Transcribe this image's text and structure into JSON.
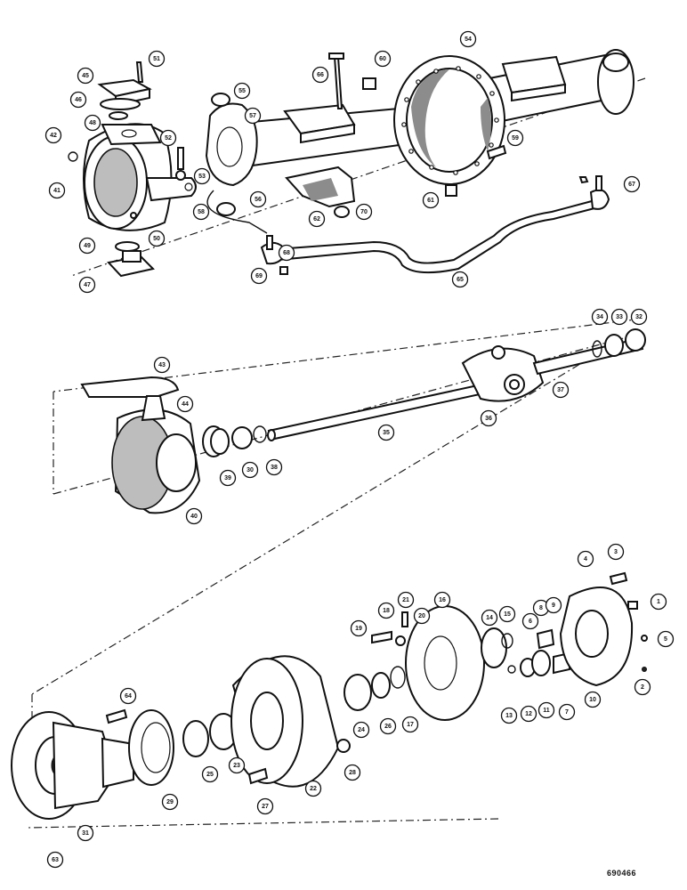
{
  "reference_code": "690466",
  "callouts": [
    "1",
    "2",
    "3",
    "4",
    "5",
    "6",
    "7",
    "8",
    "9",
    "10",
    "11",
    "12",
    "13",
    "14",
    "15",
    "16",
    "17",
    "18",
    "19",
    "20",
    "21",
    "22",
    "23",
    "24",
    "25",
    "26",
    "27",
    "28",
    "29",
    "30",
    "31",
    "32",
    "33",
    "34",
    "35",
    "36",
    "37",
    "38",
    "39",
    "40",
    "41",
    "42",
    "43",
    "44",
    "45",
    "46",
    "47",
    "48",
    "49",
    "50",
    "51",
    "52",
    "53",
    "54",
    "55",
    "56",
    "57",
    "58",
    "59",
    "60",
    "61",
    "62",
    "63",
    "64",
    "65",
    "66",
    "67",
    "68",
    "69",
    "70"
  ]
}
